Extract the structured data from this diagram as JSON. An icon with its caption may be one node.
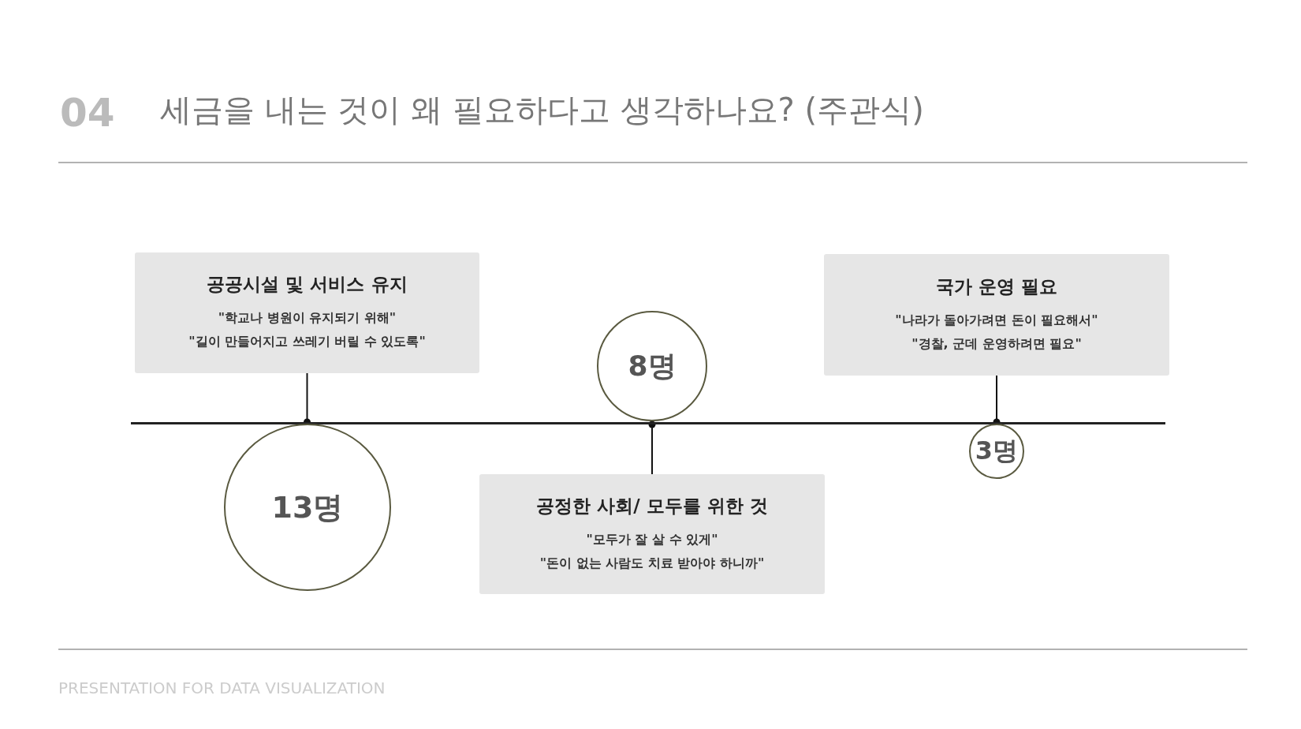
{
  "diagram": {
    "title": "세금을 내는 것이 왜 필요하다고 생각하나요? (주관식)",
    "nodes": [
      {
        "text": [
          "공공시설 및 서비스 유지",
          "\"학교나 병원이 유지되기 위해\"",
          "\"길이 만들어지고 쓰레기 버릴 수 있도록\""
        ]
      },
      {
        "text": [
          "8명"
        ]
      },
      {
        "text": [
          "국가 운영 필요",
          "\"나라가 돌아가려면 돈이 필요해서\"",
          "\"경찰, 군데 운영하려면 필요\""
        ]
      },
      {
        "text": [],
        "shape": "bar"
      },
      {
        "text": [
          "13명"
        ]
      },
      {
        "text": [
          "공정한 사회/ 모두를 위한 것",
          "\"모두가 잘 살 수 있게\"",
          "\"돈이 없는 사람도 치료 받아야 하니까\""
        ]
      },
      {
        "text": [
          "3명"
        ]
      }
    ],
    "edges": [
      {
        "from": 0,
        "to": 3,
        "arrow": "other"
      },
      {
        "from": 5,
        "to": 3,
        "arrow": "other"
      },
      {
        "from": 2,
        "to": 3,
        "arrow": "other"
      }
    ],
    "labels": [
      "04",
      "PRESENTATION FOR DATA VISUALIZATION"
    ]
  }
}
